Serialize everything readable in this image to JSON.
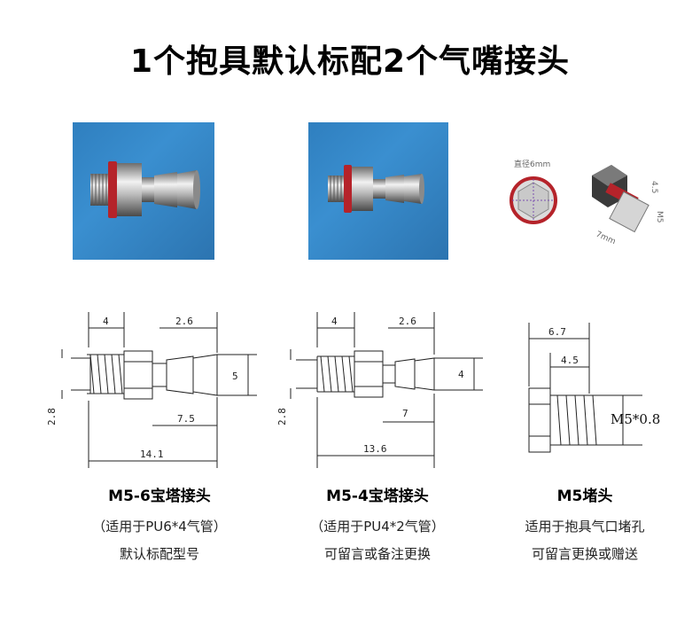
{
  "title": "1个抱具默认标配2个气嘴接头",
  "photos": {
    "cap_diameter": "直径6mm",
    "cap_length": "7mm",
    "cap_m5": "M5",
    "cap_45": "4.5"
  },
  "products": [
    {
      "name": "M5-6宝塔接头",
      "note1": "（适用于PU6*4气管）",
      "note2": "默认标配型号",
      "dims": {
        "thread": "4",
        "barb": "2.6",
        "od": "5",
        "barb_len": "7.5",
        "total": "14.1",
        "pitch": "2.8"
      }
    },
    {
      "name": "M5-4宝塔接头",
      "note1": "（适用于PU4*2气管）",
      "note2": "可留言或备注更换",
      "dims": {
        "thread": "4",
        "barb": "2.6",
        "od": "4",
        "barb_len": "7",
        "total": "13.6",
        "pitch": "2.8"
      }
    },
    {
      "name": "M5堵头",
      "note1": "适用于抱具气口堵孔",
      "note2": "可留言更换或赠送",
      "dims": {
        "total": "6.7",
        "thread": "4.5",
        "spec": "M5*0.8"
      }
    }
  ]
}
